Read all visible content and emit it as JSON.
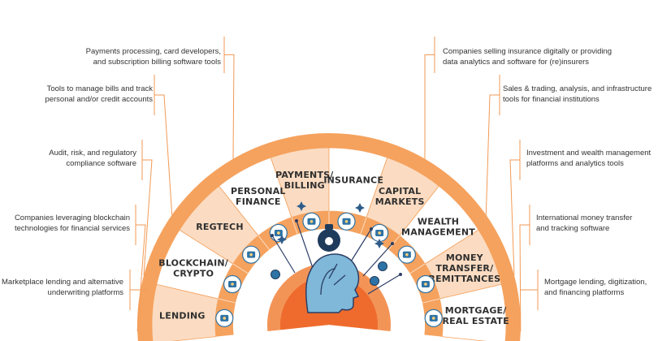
{
  "colors": {
    "outer_band": "#f5a25e",
    "light_sector": "#fbdcc2",
    "white_sector": "#ffffff",
    "inner_band": "#f5a25e",
    "core_dark": "#ee6b2d",
    "core_mid": "#f39457",
    "icon_blue": "#2e73a5",
    "leader": "#f29a55",
    "text": "#2f2f2f"
  },
  "segments": [
    {
      "label_lines": [
        "LENDING"
      ],
      "icon": "hand-coins-icon"
    },
    {
      "label_lines": [
        "BLOCKCHAIN/",
        "CRYPTO"
      ],
      "icon": "globe-network-icon"
    },
    {
      "label_lines": [
        "REGTECH"
      ],
      "icon": "gavel-icon"
    },
    {
      "label_lines": [
        "PERSONAL",
        "FINANCE"
      ],
      "icon": "document-icon"
    },
    {
      "label_lines": [
        "PAYMENTS/",
        "BILLING"
      ],
      "icon": "wallet-icon"
    },
    {
      "label_lines": [
        "INSURANCE"
      ],
      "icon": "shield-icon"
    },
    {
      "label_lines": [
        "CAPITAL",
        "MARKETS"
      ],
      "icon": "chart-screen-icon"
    },
    {
      "label_lines": [
        "WEALTH",
        "MANAGEMENT"
      ],
      "icon": "mobile-chart-icon"
    },
    {
      "label_lines": [
        "MONEY",
        "TRANSFER/",
        "REMITTANCES"
      ],
      "icon": "money-transfer-icon"
    },
    {
      "label_lines": [
        "MORTGAGE/",
        "REAL ESTATE"
      ],
      "icon": "house-icon"
    }
  ],
  "descriptions": [
    {
      "lines": [
        "Payments processing, card developers,",
        "and subscription billing software tools"
      ]
    },
    {
      "lines": [
        "Tools to manage bills and track",
        "personal and/or credit accounts"
      ]
    },
    {
      "lines": [
        "Audit, risk, and regulatory",
        "compliance software"
      ]
    },
    {
      "lines": [
        "Companies leveraging blockchain",
        "technologies for financial services"
      ]
    },
    {
      "lines": [
        "Marketplace lending and alternative",
        "underwriting platforms"
      ]
    },
    {
      "lines": [
        "Companies selling insurance digitally or providing",
        "data analytics and software for (re)insurers"
      ]
    },
    {
      "lines": [
        "Sales & trading, analysis, and infrastructure",
        "tools for financial institutions"
      ]
    },
    {
      "lines": [
        "Investment and wealth management",
        "platforms and analytics tools"
      ]
    },
    {
      "lines": [
        "International money transfer",
        "and tracking software"
      ]
    },
    {
      "lines": [
        "Mortgage lending, digitization,",
        "and financing platforms"
      ]
    }
  ],
  "center": {
    "bag_icon": "money-bag-icon",
    "head_icon": "head-brain-icon",
    "star_icon": "sparkle-icon",
    "coin_icon": "coin-icon"
  }
}
